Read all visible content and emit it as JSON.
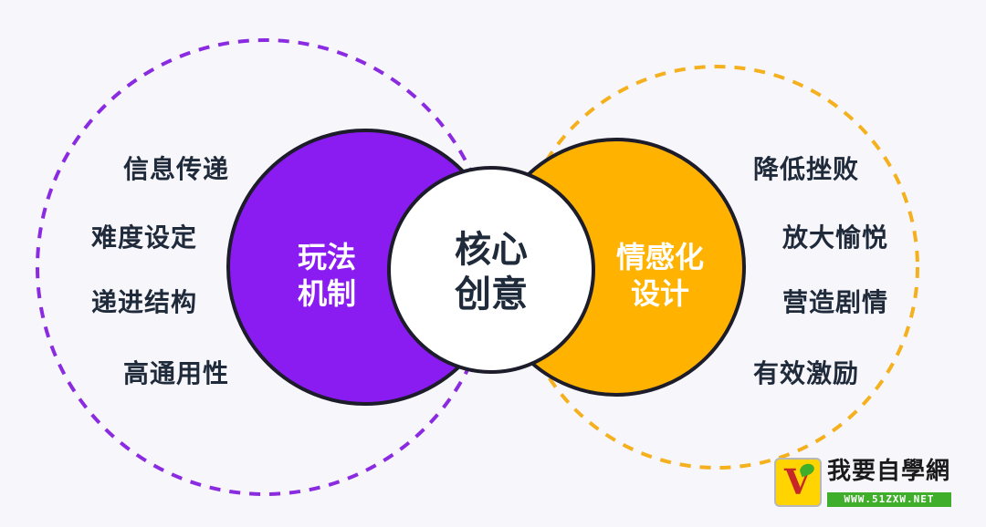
{
  "colors": {
    "purple": "#8a1cf2",
    "orange": "#ffb300",
    "dash_purple": "#8a2be2",
    "dash_orange": "#f5b01e",
    "text_dark": "#1f2a3a",
    "center_fill": "#ffffff"
  },
  "center": {
    "line1": "核心",
    "line2": "创意"
  },
  "left_circle": {
    "line1": "玩法",
    "line2": "机制"
  },
  "right_circle": {
    "line1": "情感化",
    "line2": "设计"
  },
  "left_items": [
    "信息传递",
    "难度设定",
    "递进结构",
    "高通用性"
  ],
  "right_items": [
    "降低挫败",
    "放大愉悦",
    "营造剧情",
    "有效激励"
  ],
  "watermark": {
    "title": "我要自學網",
    "url": "WWW.51ZXW.NET",
    "icon": "v-leaf-logo-icon"
  }
}
